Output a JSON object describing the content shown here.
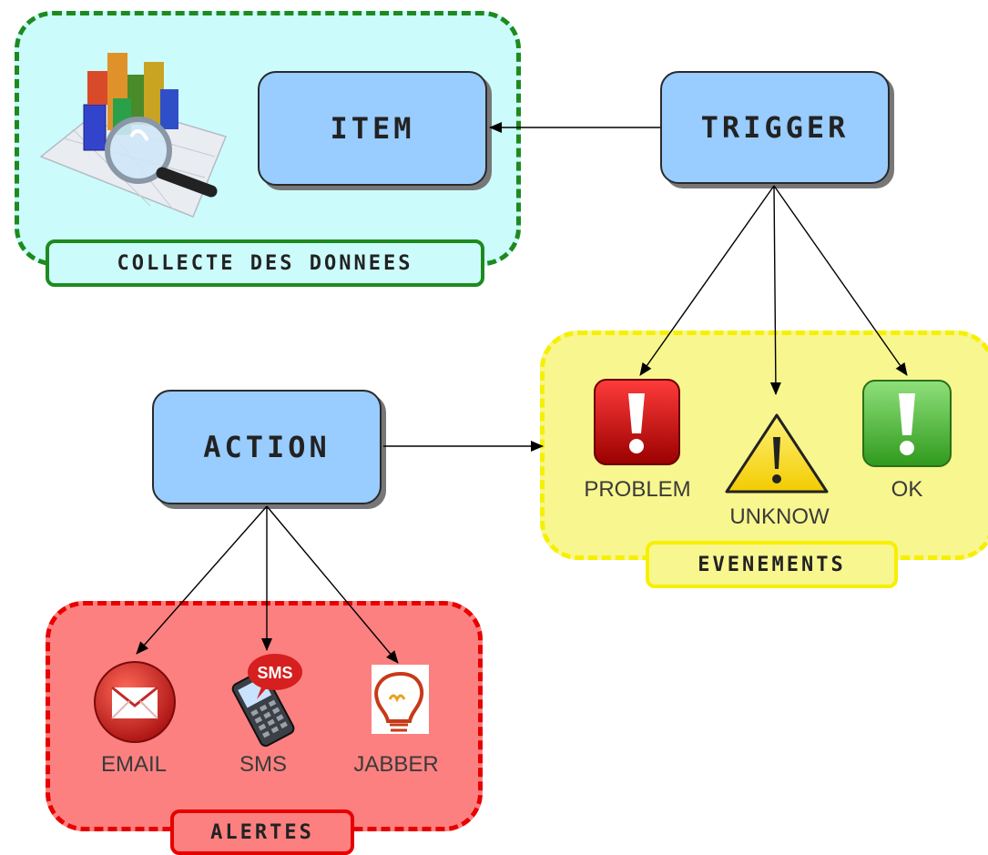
{
  "nodes": {
    "item": "ITEM",
    "trigger": "TRIGGER",
    "action": "ACTION"
  },
  "groups": {
    "collecte": "COLLECTE DES DONNEES",
    "evenements": "EVENEMENTS",
    "alertes": "ALERTES"
  },
  "events": {
    "problem": "PROBLEM",
    "unknow": "UNKNOW",
    "ok": "OK"
  },
  "alerts": {
    "email": "EMAIL",
    "sms": "SMS",
    "jabber": "JABBER",
    "sms_bubble": "SMS"
  },
  "icons": [
    "chart-magnifier-icon",
    "problem-exclamation-icon",
    "warning-triangle-icon",
    "ok-exclamation-icon",
    "email-envelope-icon",
    "sms-phone-icon",
    "jabber-bulb-icon"
  ],
  "colors": {
    "node_fill": "#99ccff",
    "collecte_fill": "#ccfbfc",
    "collecte_border": "#1e8a1e",
    "evenements_fill": "#f8f68e",
    "evenements_border": "#f6f000",
    "alertes_fill": "#fc8080",
    "alertes_border": "#e80000"
  }
}
